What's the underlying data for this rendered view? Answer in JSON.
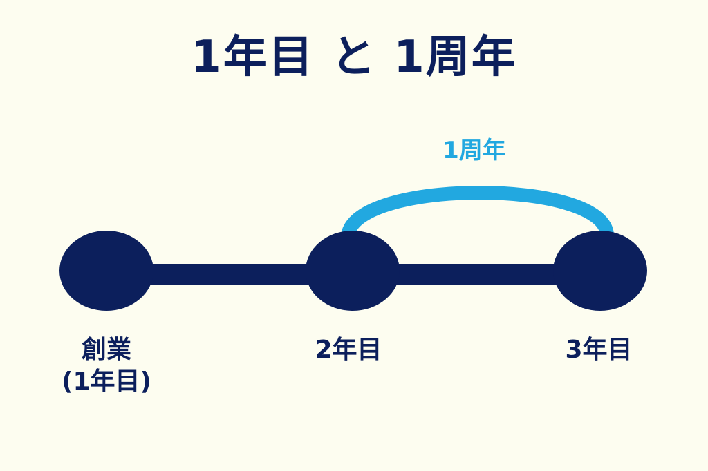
{
  "title": "1年目 と 1周年",
  "colors": {
    "primary": "#0c1f5c",
    "accent": "#22a8e0",
    "background": "#fdfdf0"
  },
  "timeline": {
    "nodes": [
      {
        "line1": "創業",
        "line2": "(1年目)"
      },
      {
        "line1": "2年目",
        "line2": ""
      },
      {
        "line1": "3年目",
        "line2": ""
      }
    ],
    "arc_label": "1周年"
  }
}
